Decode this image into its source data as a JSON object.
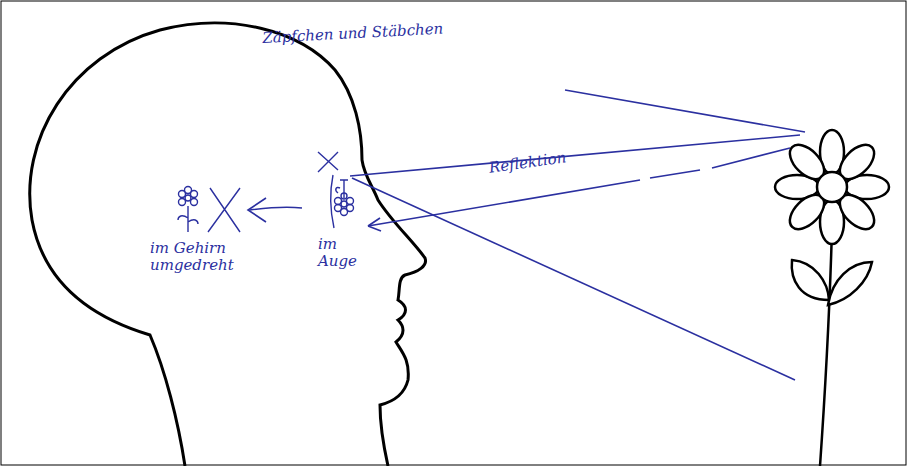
{
  "diagram": {
    "labels": [
      "Zäpfchen und Stäbchen",
      "Reflektion",
      "im Auge",
      "im Gehirn umgedreht"
    ]
  }
}
